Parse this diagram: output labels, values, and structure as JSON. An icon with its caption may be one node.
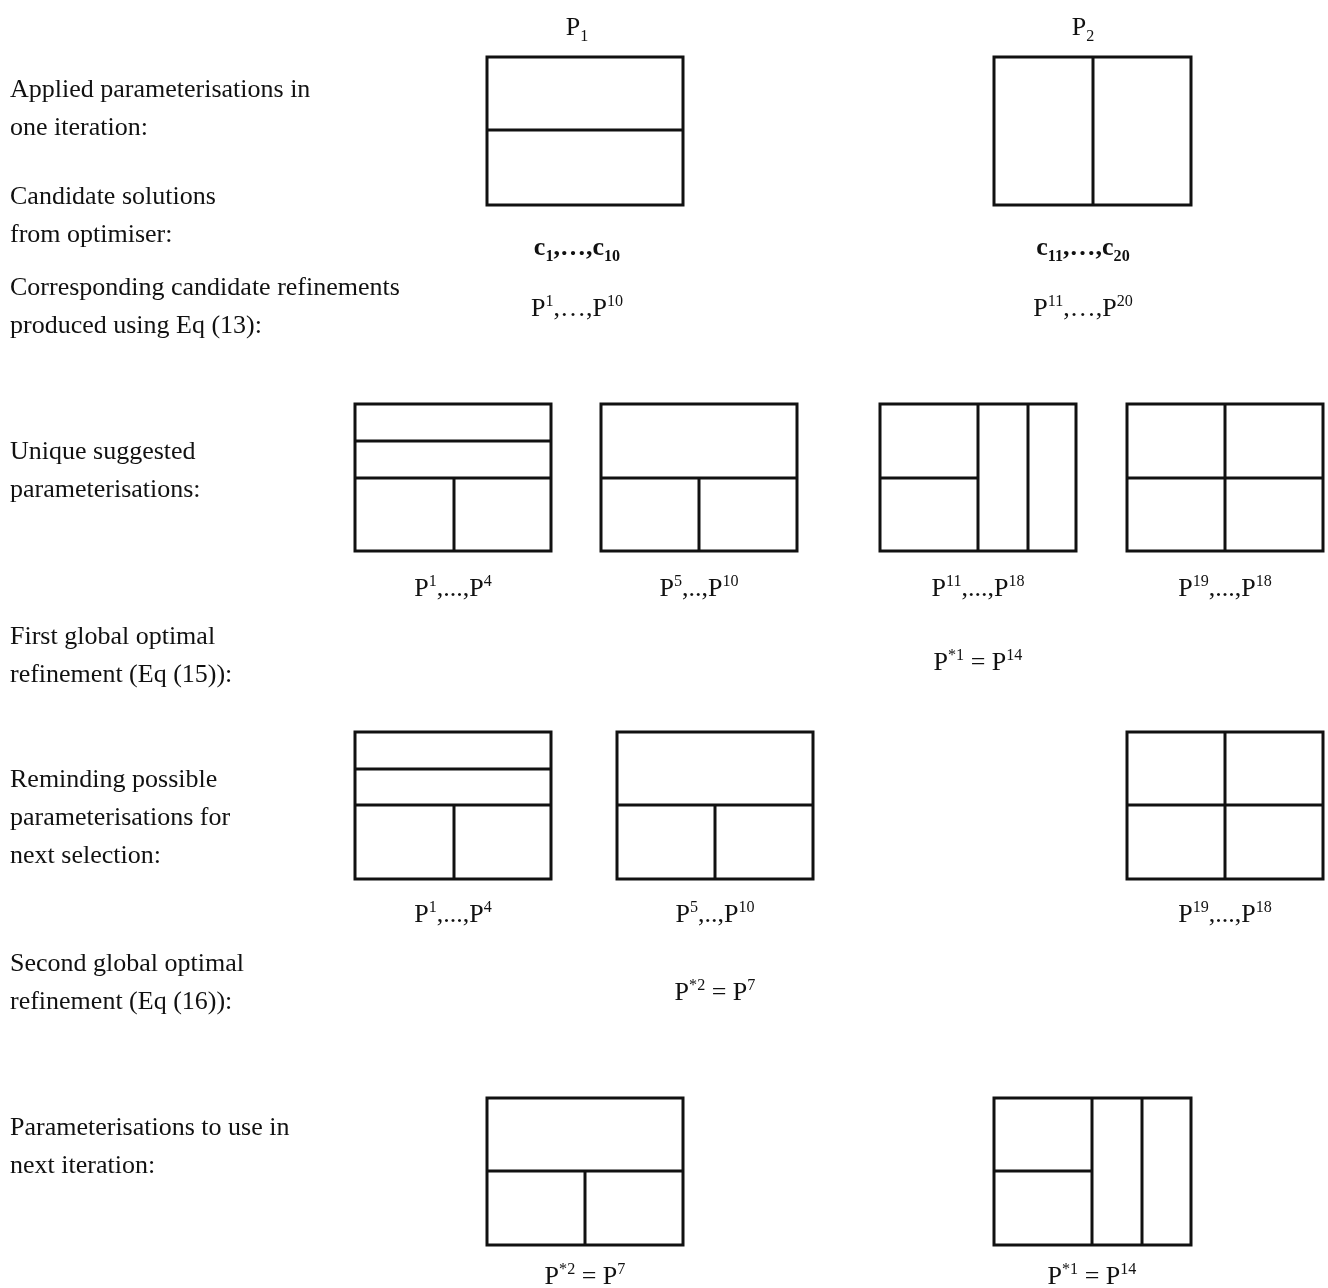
{
  "diagram": {
    "labels": [
      "P$_{1}$",
      "P$_{2}$",
      "Applied parameterisations in one iteration:",
      "Candidate solutions from optimiser:",
      "c$_{1}$,…,c$_{10}$",
      "c$_{11}$,…,c$_{20}$",
      "Corresponding candidate refinements produced using Eq (13):",
      "P$^{1}$,…,P$^{10}$",
      "P$^{11}$,…,P$^{20}$",
      "Unique suggested parameterisations:",
      "P$^{1}$,...,P$^{4}$",
      "P$^{5}$,..,P$^{10}$",
      "P$^{11}$,...,P$^{18}$",
      "P$^{19}$,...,P$^{18}$",
      "First global optimal refinement (Eq (15)):",
      "P$^{*1}$ = P$^{14}$",
      "Reminding possible parameterisations for next selection:",
      "P$^{1}$,...,P$^{4}$",
      "P$^{5}$,..,P$^{10}$",
      "P$^{19}$,...,P$^{18}$",
      "Second global optimal refinement (Eq (16)):",
      "P$^{*2}$ = P$^{7}$",
      "Parameterisations to use in next iteration:",
      "P$^{*2}$ = P$^{7}$",
      "P$^{*1}$ = P$^{14}$"
    ]
  }
}
